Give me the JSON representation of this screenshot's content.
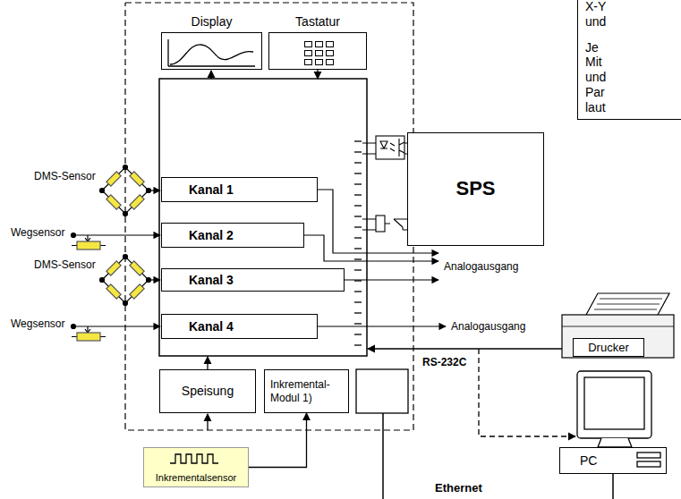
{
  "diagram": {
    "nodes": [
      {
        "text": [
          "Display"
        ]
      },
      {
        "text": [
          "Tastatur"
        ]
      },
      {
        "text": [
          "Kanal 1"
        ]
      },
      {
        "text": [
          "Kanal 2"
        ]
      },
      {
        "text": [
          "Kanal 3"
        ]
      },
      {
        "text": [
          "Kanal 4"
        ]
      },
      {
        "text": [
          "SPS"
        ]
      },
      {
        "text": [
          "Speisung"
        ]
      },
      {
        "text": [
          "Inkremental- Modul 1)"
        ]
      },
      {
        "text": [
          "Drucker"
        ]
      },
      {
        "text": [
          "PC"
        ]
      },
      {
        "text": [
          "Inkrementalsensor"
        ]
      },
      {
        "text": [
          "X-Y und",
          "Je Mit und Par laut"
        ]
      }
    ],
    "edges": [
      {
        "from": 11,
        "to": 8,
        "arrow": "to"
      }
    ],
    "labels": [
      "DMS-Sensor",
      "Wegsensor",
      "DMS-Sensor",
      "Wegsensor",
      "Analogausgang",
      "Analogausgang",
      "RS-232C",
      "Ethernet"
    ]
  }
}
